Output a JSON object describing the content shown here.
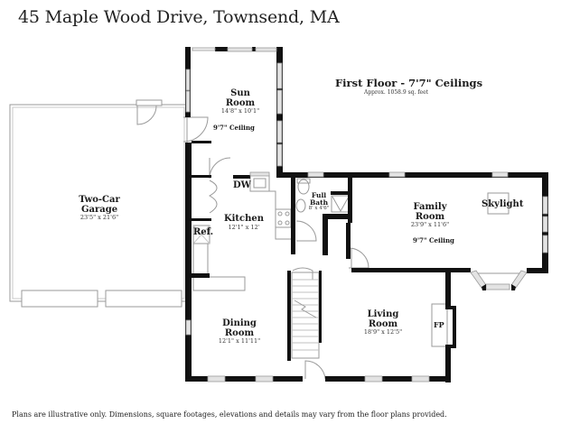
{
  "header": {
    "title": "45 Maple Wood Drive, Townsend, MA"
  },
  "floor": {
    "heading": "First Floor - 7'7\" Ceilings",
    "sqft": "Approx. 1058.9 sq. feet"
  },
  "rooms": {
    "sun_room": {
      "name_line1": "Sun",
      "name_line2": "Room",
      "dims": "14'8\" x 10'1\"",
      "ceiling": "9'7\" Ceiling"
    },
    "garage": {
      "name_line1": "Two-Car",
      "name_line2": "Garage",
      "dims": "23'5\" x 21'6\""
    },
    "kitchen": {
      "name": "Kitchen",
      "dims": "12'1\" x 12'"
    },
    "full_bath": {
      "name_line1": "Full",
      "name_line2": "Bath",
      "dims": "8' x 4'6\""
    },
    "family_room": {
      "name_line1": "Family",
      "name_line2": "Room",
      "dims": "23'9\" x 11'6\"",
      "ceiling": "9'7\" Ceiling"
    },
    "dining_room": {
      "name_line1": "Dining",
      "name_line2": "Room",
      "dims": "12'1\" x 11'11\""
    },
    "living_room": {
      "name_line1": "Living",
      "name_line2": "Room",
      "dims": "18'9\" x 12'5\""
    }
  },
  "fixtures": {
    "dishwasher": "DW",
    "refrigerator": "Ref.",
    "skylight": "Skylight",
    "fireplace": "FP"
  },
  "footer": {
    "disclaimer": "Plans are illustrative only. Dimensions, square footages, elevations and details may vary from the floor plans provided."
  },
  "colors": {
    "wall": "#111111",
    "window": "#d9d9d9",
    "thin_line": "#9a9a9a",
    "background": "#ffffff"
  }
}
